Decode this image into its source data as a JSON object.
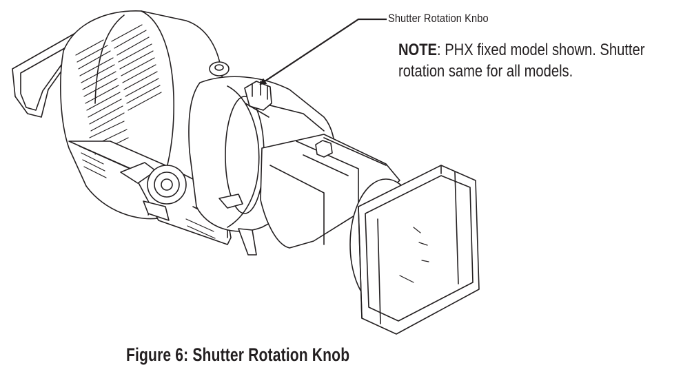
{
  "callout": {
    "label": "Shutter Rotation Knbo"
  },
  "note": {
    "lead": "NOTE",
    "text": ": PHX fixed model shown. Shutter rotation same for all models."
  },
  "figure": {
    "caption": "Figure 6: Shutter Rotation Knob"
  }
}
